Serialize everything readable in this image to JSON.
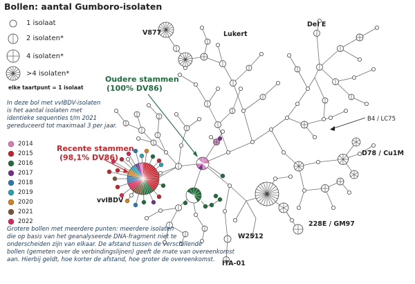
{
  "title": "Bollen: aantal Gumboro-isolaten",
  "legend": {
    "items": [
      {
        "label": "1 isolaat"
      },
      {
        "label": "2 isolaten*"
      },
      {
        "label": "4 isolaten*"
      },
      {
        "label": ">4 isolaten*"
      }
    ],
    "footnote": "elke taartpunt = 1 isolaat"
  },
  "bubble_note": [
    "In deze bol met vvIBDV-isolaten",
    "is het aantal isolaten met",
    "identieke sequenties t/m 2021",
    "gereduceerd tot maximaal 3 per jaar."
  ],
  "years": [
    {
      "label": "2014",
      "color": "#e07ab5"
    },
    {
      "label": "2015",
      "color": "#c9202a"
    },
    {
      "label": "2016",
      "color": "#1f6e3a"
    },
    {
      "label": "2017",
      "color": "#7a2e8c"
    },
    {
      "label": "2018",
      "color": "#2a78b5"
    },
    {
      "label": "2019",
      "color": "#22a6b3"
    },
    {
      "label": "2020",
      "color": "#d4821e"
    },
    {
      "label": "2021",
      "color": "#7a5535"
    },
    {
      "label": "2022",
      "color": "#e0245a"
    }
  ],
  "recent_label": [
    "Recente stammen",
    "(98,1% DV86)"
  ],
  "older_label": [
    "Oudere stammen",
    "(100% DV86)"
  ],
  "strain_labels": {
    "v877": "V877",
    "lukert": "Lukert",
    "del_e": "Del E",
    "b4": "B4 / LC75",
    "d78": "D78 / Cu1M",
    "e228": "228E / GM97",
    "w2512": "W2512",
    "ita": "ITA-01",
    "vvibdv": "vvIBDV"
  },
  "bottom_note": [
    "Grotere bollen met meerdere punten: meerdere isolaten",
    "die op basis van het geanalyseerde DNA-fragment niet te",
    "onderscheiden zijn van elkaar. De afstand tussen de verschillende",
    "bollen (gemeten over de verbindingslijnen) geeft de mate van overeenkomst",
    "aan. Hierbij geldt, hoe korter de afstand, hoe groter de overeenkomst."
  ],
  "colors": {
    "recent": "#d22329",
    "older": "#1d6e3d",
    "note": "#1f3f6f",
    "line": "#6d6d6d"
  }
}
